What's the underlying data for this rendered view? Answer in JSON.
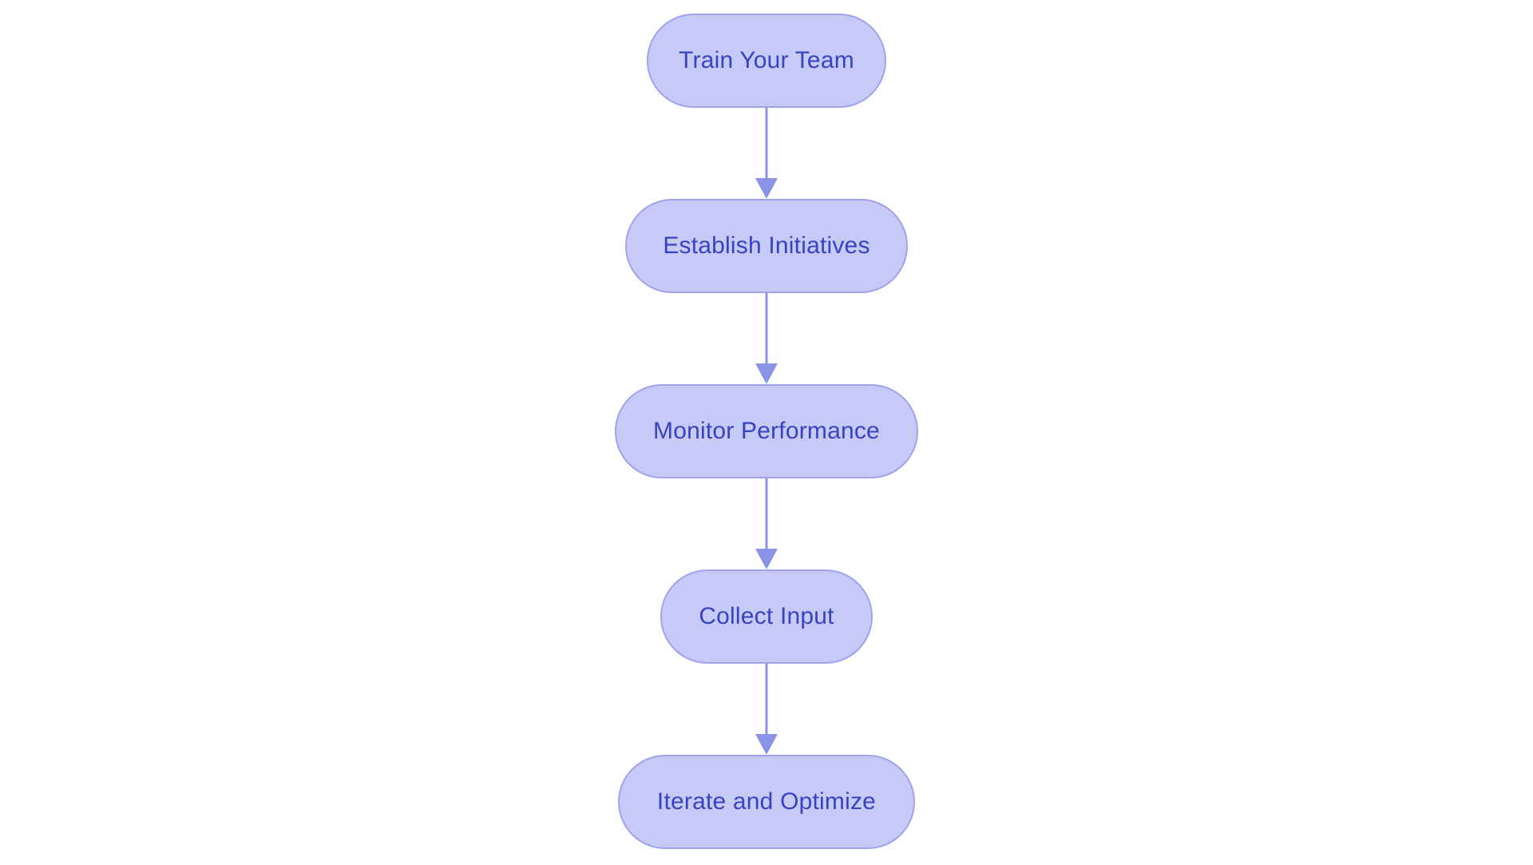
{
  "diagram": {
    "type": "flowchart",
    "direction": "top-down",
    "nodes": [
      {
        "label": "Train Your Team"
      },
      {
        "label": "Establish Initiatives"
      },
      {
        "label": "Monitor Performance"
      },
      {
        "label": "Collect Input"
      },
      {
        "label": "Iterate and Optimize"
      }
    ],
    "connections": [
      {
        "from": "Train Your Team",
        "to": "Establish Initiatives"
      },
      {
        "from": "Establish Initiatives",
        "to": "Monitor Performance"
      },
      {
        "from": "Monitor Performance",
        "to": "Collect Input"
      },
      {
        "from": "Collect Input",
        "to": "Iterate and Optimize"
      }
    ],
    "colors": {
      "node_fill": "#c7c9f6",
      "node_border": "#9fa3ee",
      "node_text": "#3843c2",
      "arrow": "#8b93e8",
      "background": "#ffffff"
    }
  }
}
